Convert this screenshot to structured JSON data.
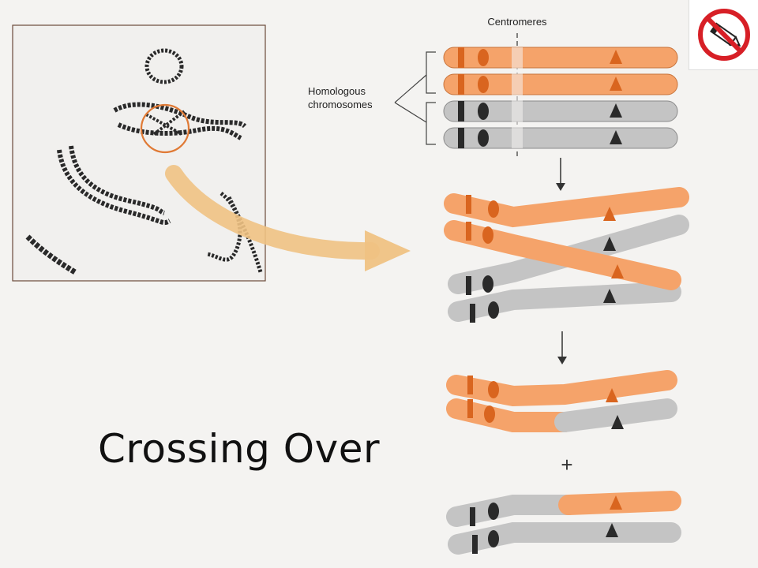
{
  "caption": "Crossing Over",
  "labels": {
    "centromeres": "Centromeres",
    "homologous_line1": "Homologous",
    "homologous_line2": "chromosomes",
    "plus_sign": "+"
  },
  "icons": {
    "top_right": "no-pencil-icon",
    "arrow": "curved-arrow-icon"
  },
  "colors": {
    "orange": "#f5a36a",
    "orange_stroke": "#c8733a",
    "gray": "#c4c4c4",
    "gray_stroke": "#8a8a8a",
    "band_orange": "#d9651f",
    "band_dark": "#2a2a2a",
    "arrow": "#efc283",
    "prohibit_red": "#d71f26"
  }
}
